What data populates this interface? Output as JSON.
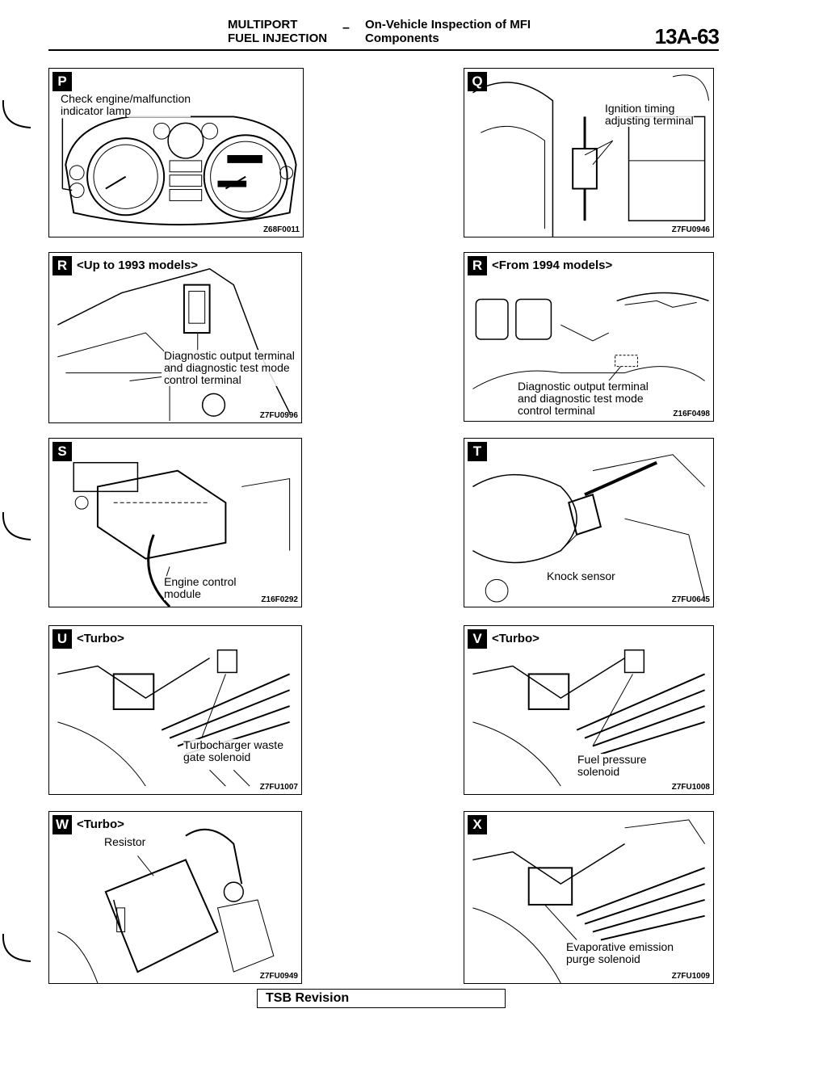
{
  "header": {
    "section_line1": "MULTIPORT",
    "section_line2": "FUEL INJECTION",
    "title_line1": "On-Vehicle Inspection of MFI",
    "title_line2": "Components",
    "page_number": "13A-63"
  },
  "panels": {
    "P": {
      "letter": "P",
      "label_line1": "Check engine/malfunction",
      "label_line2": "indicator lamp",
      "code": "Z68F0011"
    },
    "Q": {
      "letter": "Q",
      "label_line1": "Ignition timing",
      "label_line2": "adjusting terminal",
      "code": "Z7FU0946"
    },
    "R1": {
      "letter": "R",
      "subtitle": "<Up to 1993 models>",
      "label_line1": "Diagnostic output terminal",
      "label_line2": "and diagnostic test mode",
      "label_line3": "control terminal",
      "code": "Z7FU0996"
    },
    "R2": {
      "letter": "R",
      "subtitle": "<From 1994 models>",
      "label_line1": "Diagnostic output terminal",
      "label_line2": "and diagnostic test mode",
      "label_line3": "control terminal",
      "code": "Z16F0498"
    },
    "S": {
      "letter": "S",
      "label_line1": "Engine control",
      "label_line2": "module",
      "code": "Z16F0292"
    },
    "T": {
      "letter": "T",
      "label_line1": "Knock sensor",
      "code": "Z7FU0645"
    },
    "U": {
      "letter": "U",
      "subtitle": "<Turbo>",
      "label_line1": "Turbocharger waste",
      "label_line2": "gate solenoid",
      "code": "Z7FU1007"
    },
    "V": {
      "letter": "V",
      "subtitle": "<Turbo>",
      "label_line1": "Fuel pressure",
      "label_line2": "solenoid",
      "code": "Z7FU1008"
    },
    "W": {
      "letter": "W",
      "subtitle": "<Turbo>",
      "label_line1": "Resistor",
      "code": "Z7FU0949"
    },
    "X": {
      "letter": "X",
      "label_line1": "Evaporative emission",
      "label_line2": "purge solenoid",
      "code": "Z7FU1009"
    }
  },
  "footer": {
    "tsb_label": "TSB Revision"
  }
}
